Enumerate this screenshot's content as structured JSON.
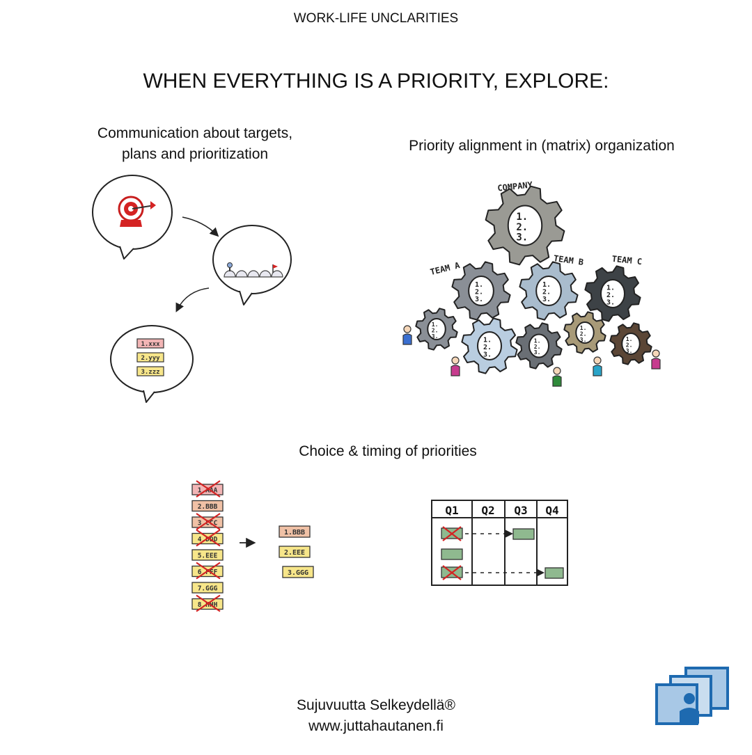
{
  "header": {
    "series_title": "WORK-LIFE UNCLARITIES",
    "main_title": "WHEN EVERYTHING IS A PRIORITY, EXPLORE:"
  },
  "section_communication": {
    "title_line1": "Communication about targets,",
    "title_line2": "plans and prioritization",
    "list_items": [
      "1.xxx",
      "2.yyy",
      "3.zzz"
    ]
  },
  "section_alignment": {
    "title": "Priority alignment in (matrix) organization",
    "company_label": "COMPANY",
    "team_labels": [
      "TEAM A",
      "TEAM B",
      "TEAM C"
    ],
    "gear_list": [
      "1.",
      "2.",
      "3."
    ]
  },
  "section_choice": {
    "title": "Choice & timing of priorities",
    "full_list": [
      {
        "label": "1.AAA",
        "crossed": true
      },
      {
        "label": "2.BBB",
        "crossed": false
      },
      {
        "label": "3.CCC",
        "crossed": true
      },
      {
        "label": "4.DDD",
        "crossed": true
      },
      {
        "label": "5.EEE",
        "crossed": false
      },
      {
        "label": "6.FFF",
        "crossed": true
      },
      {
        "label": "7.GGG",
        "crossed": false
      },
      {
        "label": "8.HHH",
        "crossed": true
      }
    ],
    "chosen_list": [
      "1.BBB",
      "2.EEE",
      "3.GGG"
    ],
    "quarters": [
      "Q1",
      "Q2",
      "Q3",
      "Q4"
    ]
  },
  "footer": {
    "brand": "Sujuvuutta Selkeydellä®",
    "url": "www.juttahautanen.fi"
  },
  "colors": {
    "pink": "#f2b5b5",
    "salmon": "#f0c1a6",
    "yellow": "#f7e68a",
    "green": "#8fb98f",
    "red": "#d42323",
    "logo_dark": "#1e6ab0",
    "logo_light": "#a8c8e6"
  }
}
